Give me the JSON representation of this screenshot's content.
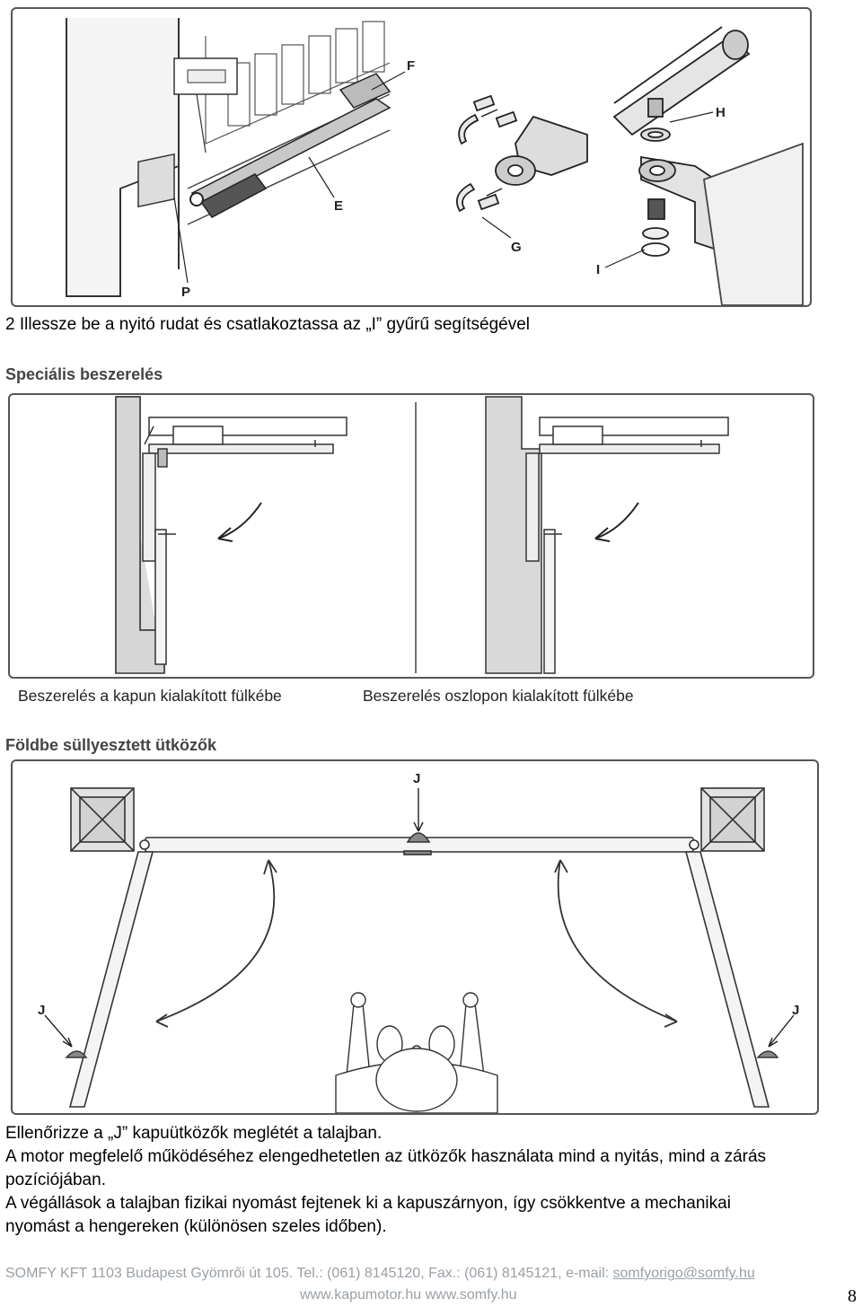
{
  "figure1": {
    "labels": {
      "F": "F",
      "E": "E",
      "P": "P",
      "G": "G",
      "H": "H",
      "I": "I"
    }
  },
  "step_caption": "2 Illessze be a nyitó rudat és csatlakoztassa az „I” gyűrű segítségével",
  "section1_title": "Speciális beszerelés",
  "figure2": {
    "left_caption": "Beszerelés a kapun kialakított fülkébe",
    "right_caption": "Beszerelés oszlopon kialakított fülkébe"
  },
  "section2_title": "Földbe süllyesztett ütközők",
  "figure3": {
    "labels": {
      "top": "J",
      "left": "J",
      "right": "J"
    }
  },
  "body_lines": [
    "Ellenőrizze a „J” kapuütközők meglétét a talajban.",
    "A motor megfelelő működéséhez elengedhetetlen az ütközők használata mind a nyitás, mind a zárás",
    "pozíciójában.",
    "A végállások a talajban fizikai nyomást fejtenek ki a kapuszárnyon, így csökkentve a mechanikai",
    "nyomást a hengereken (különösen szeles időben)."
  ],
  "footer": {
    "line1_text": "SOMFY KFT 1103 Budapest Gyömrői út 105. Tel.: (061) 8145120, Fax.: (061) 8145121, e-mail: ",
    "email": "somfyorigo@somfy.hu",
    "line2": "www.kapumotor.hu www.somfy.hu",
    "page_number": "8"
  }
}
